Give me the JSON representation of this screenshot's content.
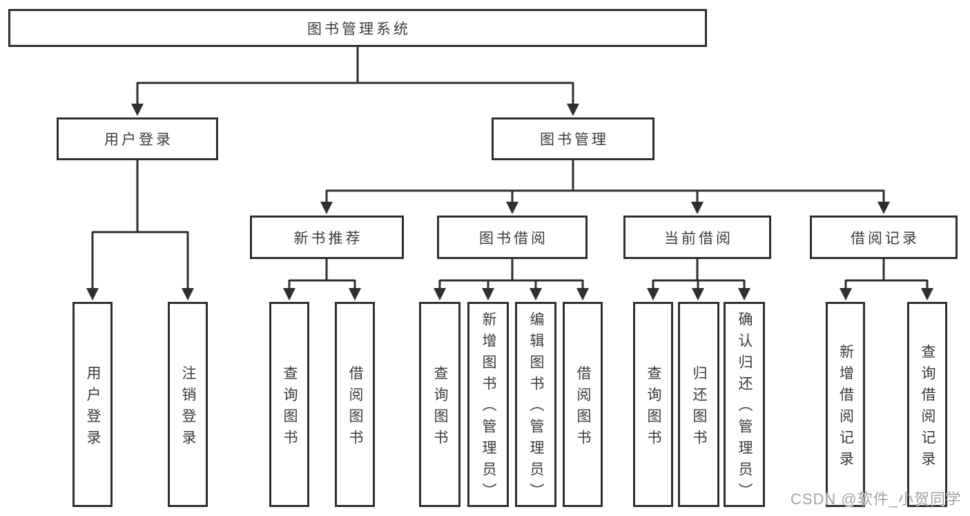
{
  "tree": {
    "root": {
      "label": "图书管理系统"
    },
    "branches": [
      {
        "label": "用户登录",
        "children": [
          {
            "label": "用户登录"
          },
          {
            "label": "注销登录"
          }
        ]
      },
      {
        "label": "图书管理",
        "children": [
          {
            "label": "新书推荐",
            "children": [
              {
                "label": "查询图书"
              },
              {
                "label": "借阅图书"
              }
            ]
          },
          {
            "label": "图书借阅",
            "children": [
              {
                "label": "查询图书"
              },
              {
                "label": "新增图书（管理员）"
              },
              {
                "label": "编辑图书（管理员）"
              },
              {
                "label": "借阅图书"
              }
            ]
          },
          {
            "label": "当前借阅",
            "children": [
              {
                "label": "查询图书"
              },
              {
                "label": "归还图书"
              },
              {
                "label": "确认归还（管理员）"
              }
            ]
          },
          {
            "label": "借阅记录",
            "children": [
              {
                "label": "新增借阅记录"
              },
              {
                "label": "查询借阅记录"
              }
            ]
          }
        ]
      }
    ]
  },
  "watermark": {
    "text": "CSDN @软件_小贺同学"
  },
  "colors": {
    "line": "#2f2f2f",
    "box_border": "#2f2f2f",
    "box_fill": "#ffffff",
    "text": "#3a3a3a",
    "watermark": "#a3a3a3",
    "background": "#ffffff"
  }
}
